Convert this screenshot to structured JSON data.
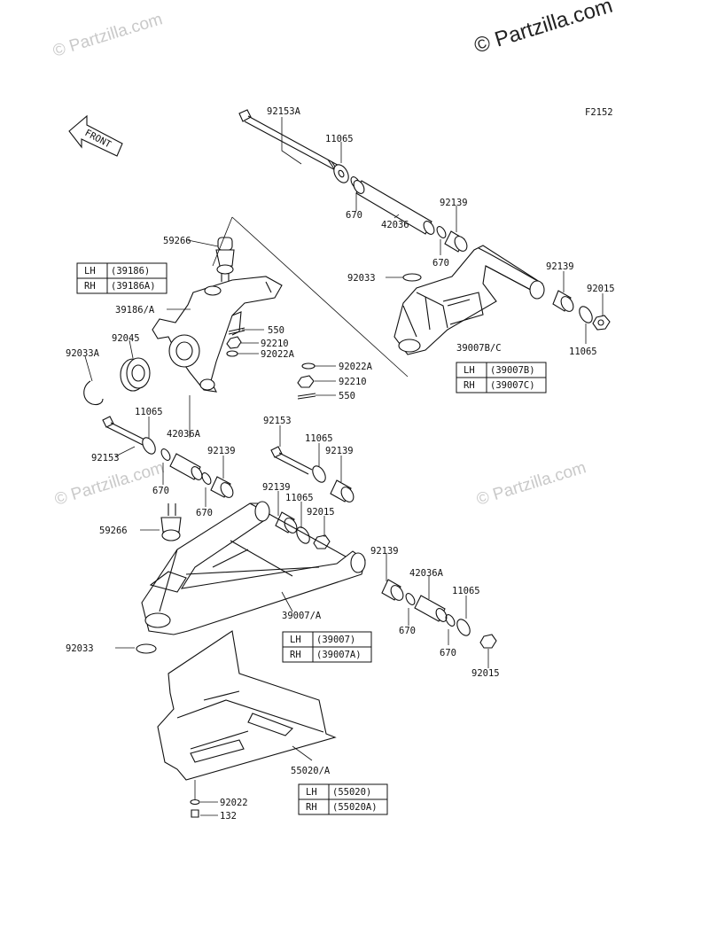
{
  "watermarks": {
    "top_right": "© Partzilla.com",
    "faint": "© Partzilla.com"
  },
  "figure_code": "F2152",
  "front_arrow_label": "FRONT",
  "labels": {
    "p92153A": "92153A",
    "p11065_a": "11065",
    "p670_a": "670",
    "p42036": "42036",
    "p92139_a": "92139",
    "p670_b": "670",
    "p92139_b": "92139",
    "p92015_a": "92015",
    "p11065_b": "11065",
    "p92033_a": "92033",
    "p39007BC": "39007B/C",
    "p59266_a": "59266",
    "p39186A": "39186/A",
    "p550_a": "550",
    "p92210_a": "92210",
    "p92022A_a": "92022A",
    "p92045": "92045",
    "p92033A": "92033A",
    "p92022A_b": "92022A",
    "p92210_b": "92210",
    "p550_b": "550",
    "p11065_c": "11065",
    "p42036A_a": "42036A",
    "p92153_a": "92153",
    "p92153_b": "92153",
    "p11065_d": "11065",
    "p92139_c": "92139",
    "p92139_d": "92139",
    "p670_c": "670",
    "p670_d": "670",
    "p92139_e": "92139",
    "p11065_e": "11065",
    "p92015_b": "92015",
    "p59266_b": "59266",
    "p92139_f": "92139",
    "p42036A_b": "42036A",
    "p11065_f": "11065",
    "p39007A": "39007/A",
    "p670_e": "670",
    "p670_f": "670",
    "p92015_c": "92015",
    "p92033_b": "92033",
    "p55020A": "55020/A",
    "p92022": "92022",
    "p132": "132"
  },
  "tables": {
    "t39186": {
      "rows": [
        {
          "side": "LH",
          "code": "(39186)"
        },
        {
          "side": "RH",
          "code": "(39186A)"
        }
      ]
    },
    "t39007BC": {
      "rows": [
        {
          "side": "LH",
          "code": "(39007B)"
        },
        {
          "side": "RH",
          "code": "(39007C)"
        }
      ]
    },
    "t39007": {
      "rows": [
        {
          "side": "LH",
          "code": "(39007)"
        },
        {
          "side": "RH",
          "code": "(39007A)"
        }
      ]
    },
    "t55020": {
      "rows": [
        {
          "side": "LH",
          "code": "(55020)"
        },
        {
          "side": "RH",
          "code": "(55020A)"
        }
      ]
    }
  }
}
